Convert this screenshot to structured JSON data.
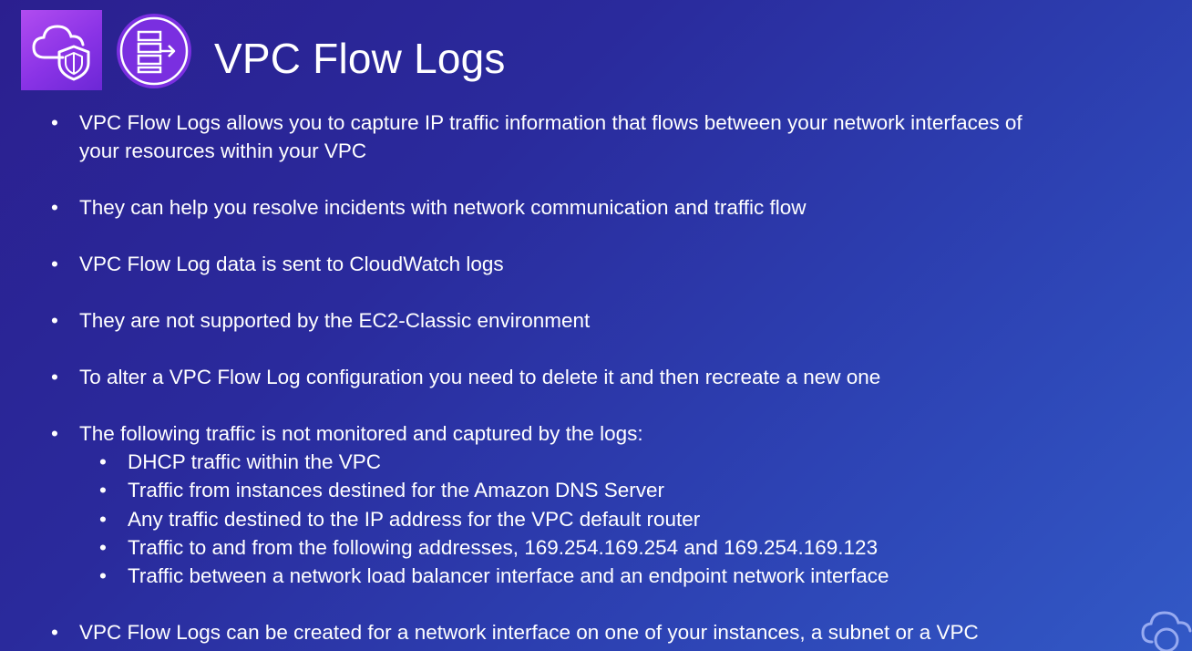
{
  "header": {
    "title": "VPC Flow Logs",
    "icon_box": "cloud-shield-icon",
    "icon_circle": "flow-logs-icon"
  },
  "bullets": [
    "VPC Flow Logs allows you to capture IP traffic information that flows between your network interfaces of",
    "your resources within your VPC",
    "They can help you resolve incidents with network communication and traffic flow",
    "VPC Flow Log data is sent to CloudWatch logs",
    "They are not supported by the EC2-Classic environment",
    "To alter a VPC Flow Log configuration you need to delete it and then recreate a new one",
    "The following traffic is not monitored and captured by the logs:",
    "VPC Flow Logs can be created for a network interface on one of your instances, a subnet or a VPC"
  ],
  "sub_bullets": [
    "DHCP traffic within the VPC",
    "Traffic from instances destined for the Amazon DNS Server",
    "Any traffic destined to the IP address for the VPC default router",
    "Traffic to and from the following addresses, 169.254.169.254 and 169.254.169.123",
    "Traffic between a network load balancer interface and an endpoint network interface"
  ],
  "bullet_glyph": "•",
  "colors": {
    "background_start": "#2b1f8f",
    "background_end": "#3259c6",
    "icon_box": "#9a3ff0",
    "icon_circle": "#7a2fe0",
    "text": "#ffffff"
  }
}
